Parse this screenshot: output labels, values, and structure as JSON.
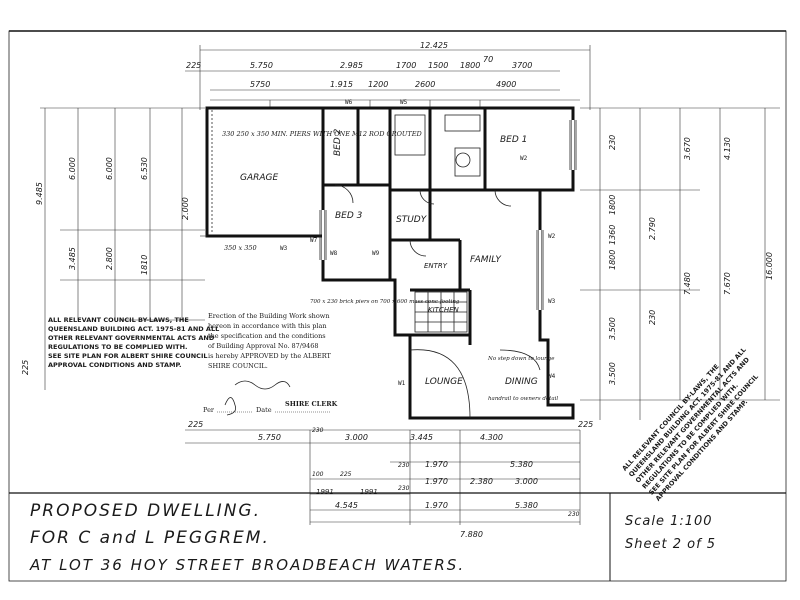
{
  "title_block": {
    "line1": "PROPOSED DWELLING.",
    "line2": "FOR  C and L PEGGREM.",
    "line3": "AT LOT 36  HOY STREET BROADBEACH WATERS.",
    "scale": "Scale 1:100",
    "sheet": "Sheet 2 of 5"
  },
  "rooms": {
    "garage": "GARAGE",
    "bed1": "BED 1",
    "bed2": "BED 2",
    "bed3": "BED 3",
    "study": "STUDY",
    "family": "FAMILY",
    "kitchen": "KITCHEN",
    "entry": "ENTRY",
    "lounge": "LOUNGE",
    "dining": "DINING"
  },
  "notes": {
    "piers": "330  250 x 350 MIN. PIERS WITH ONE M12 ROD GROUTED",
    "pier_small": "350 x 350",
    "lower_piers": "700 x 230 brick piers on 700 x 600 mass conc footing",
    "step": "No step down to lounge",
    "handrail": "handrail to owners detail"
  },
  "approval_stamp": {
    "lines": [
      "ALL RELEVANT COUNCIL BY-LAWS, THE",
      "QUEENSLAND BUILDING ACT. 1975-81 AND ALL",
      "OTHER RELEVANT GOVERNMENTAL ACTS AND",
      "REGULATIONS TO BE COMPLIED WITH.",
      "SEE SITE PLAN FOR ALBERT SHIRE COUNCIL",
      "APPROVAL CONDITIONS AND STAMP."
    ]
  },
  "approval_text": {
    "lines": [
      "Erection of the Building Work shown",
      "hereon in accordance with this plan",
      "the specification and the conditions",
      "of Building Approval No. 87/9468",
      "is hereby APPROVED by the ALBERT",
      "SHIRE COUNCIL."
    ],
    "shire_clerk": "SHIRE CLERK",
    "per": "Per",
    "date": "Date"
  },
  "dims_top": {
    "overall": "12.425",
    "row1": [
      "225",
      "5.750",
      "2.985",
      "1700",
      "1500",
      "1800",
      "70",
      "3700"
    ],
    "row2": [
      "5750",
      "1.915",
      "1200",
      "2600",
      "4900"
    ]
  },
  "dims_left": [
    "9.485",
    "6.000",
    "6.000",
    "6.530",
    "3.485",
    "2.800",
    "1810",
    "2.000",
    "225"
  ],
  "dims_right": [
    "3.670",
    "4.130",
    "7.480",
    "7.670",
    "16.000",
    "230",
    "1800",
    "2.790",
    "1360",
    "1800",
    "3.500",
    "3.500",
    "230"
  ],
  "dims_bottom": {
    "row1": [
      "225",
      "5.750",
      "230",
      "3.000",
      "3.445",
      "4.300",
      "225"
    ],
    "row2": [
      "230",
      "1.970",
      "5.380"
    ],
    "row3": [
      "100",
      "225",
      "1.970",
      "2.380",
      "3.000"
    ],
    "row4": [
      "1991",
      "1991",
      "230"
    ],
    "row5": [
      "4.545",
      "1.970",
      "5.380",
      "230"
    ],
    "overall": "7.880"
  },
  "door_tags": [
    "W6",
    "W5",
    "W7",
    "W3",
    "W8",
    "W9",
    "W1",
    "W2",
    "W3",
    "W4",
    "W2"
  ]
}
